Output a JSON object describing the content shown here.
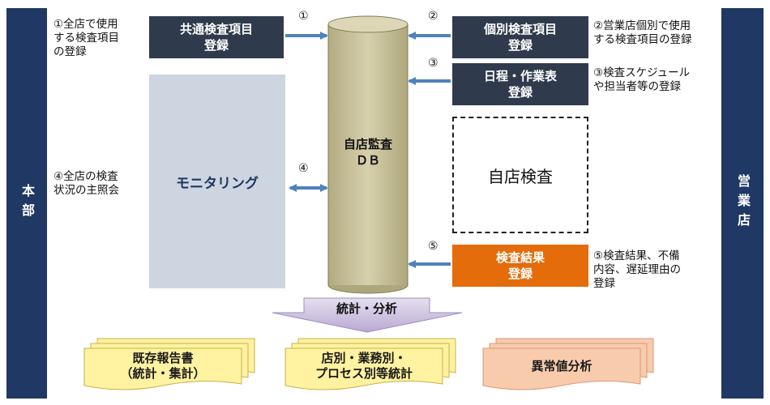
{
  "sidebars": {
    "left": "本部",
    "right": "営業店"
  },
  "boxes": {
    "common_items": "共通検査項目\n登録",
    "individual_items": "個別検査項目\n登録",
    "schedule": "日程・作業表\n登録",
    "monitoring": "モニタリング",
    "self_inspection": "自店検査",
    "results": "検査結果\n登録"
  },
  "database": {
    "label": "自店監査\nＤＢ"
  },
  "arrow_numbers": {
    "n1": "①",
    "n2": "②",
    "n3": "③",
    "n4": "④",
    "n5": "⑤"
  },
  "notes": {
    "n1": "①全店で使用\nする検査項目\nの登録",
    "n2": "②営業店個別で使用\nする検査項目の登録",
    "n3": "③検査スケジュール\nや担当者等の登録",
    "n4": "④全店の検査\n状況の主照会",
    "n5": "⑤検査結果、不備\n内容、遅延理由の\n登録"
  },
  "statistics": {
    "label": "統計・分析"
  },
  "outputs": {
    "existing_reports": "既存報告書\n（統計・集計）",
    "branch_stats": "店別・業務別・\nプロセス別等統計",
    "anomaly": "異常値分析"
  },
  "colors": {
    "sidebar": "#1f3864",
    "dark_box": "#2f3b4d",
    "orange_box": "#e46c0a",
    "monitoring_fill": "#cdd5e0",
    "cylinder": "#cdc6a1",
    "arrow": "#4f81bd",
    "yellow_doc": "#fff2a0",
    "peach_doc": "#f8cbad",
    "stat_arrow": "#ccc0da"
  }
}
